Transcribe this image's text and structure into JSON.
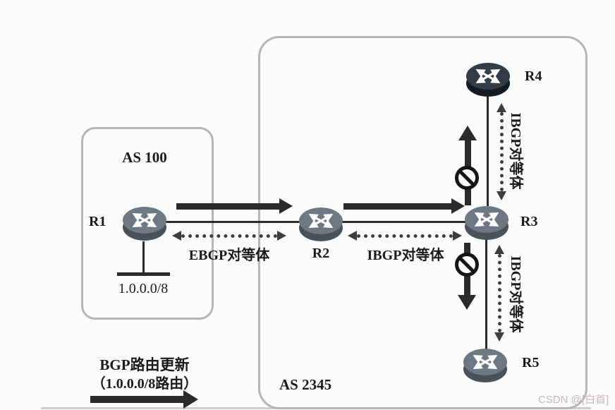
{
  "diagram": {
    "as100_label": "AS 100",
    "as2345_label": "AS 2345",
    "routers": {
      "r1": "R1",
      "r2": "R2",
      "r3": "R3",
      "r4": "R4",
      "r5": "R5"
    },
    "network_label": "1.0.0.0/8",
    "peers": {
      "ebgp_r1_r2": "EBGP对等体",
      "ibgp_r2_r3": "IBGP对等体",
      "ibgp_r3_r4": "IBGP对等体",
      "ibgp_r3_r5": "IBGP对等体"
    },
    "legend": {
      "line1": "BGP路由更新",
      "line2": "（1.0.0.0/8路由）"
    },
    "watermark": "CSDN @[白首]",
    "colors": {
      "router_body_top": "#6d7882",
      "router_body_bottom": "#49525a",
      "router_dark_top": "#333d47",
      "router_dark_bottom": "#141b21",
      "line": "#2b2b2b",
      "box_border": "#b5b5b5",
      "watermark_text": "#c6b9b9"
    }
  }
}
